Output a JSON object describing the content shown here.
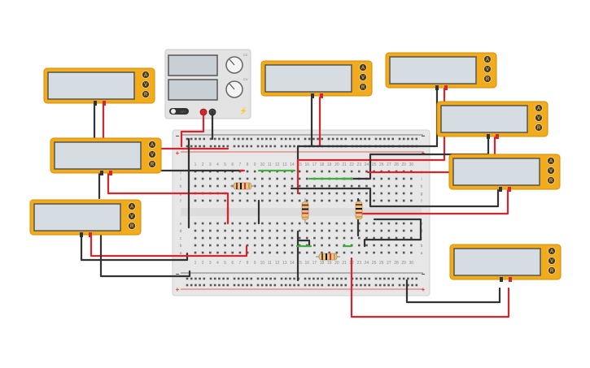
{
  "canvas": {
    "background": "#ffffff"
  },
  "colors": {
    "wire_red": "#d3262d",
    "wire_black": "#333333",
    "wire_green": "#3fae3f",
    "multimeter_body": "#f2ac1b",
    "multimeter_screen": "#d6dde2",
    "breadboard": "#e7e7e7",
    "rail_red": "#e0392f",
    "rail_black": "#555555",
    "psu_body": "#e3e3e3"
  },
  "multimeter": {
    "buttons": [
      "A",
      "V",
      "R"
    ],
    "icon": "multimeter-icon"
  },
  "power_supply": {
    "switch_label": "OFF",
    "knob_labels": [
      "CC",
      "CV"
    ],
    "icon": "power-supply-icon"
  },
  "breadboard": {
    "top_row_letters": [
      "j",
      "i",
      "h",
      "g",
      "f"
    ],
    "bottom_row_letters": [
      "e",
      "d",
      "c",
      "b",
      "a"
    ],
    "column_numbers": [
      "1",
      "2",
      "3",
      "4",
      "5",
      "6",
      "7",
      "8",
      "9",
      "10",
      "11",
      "12",
      "13",
      "14",
      "15",
      "16",
      "17",
      "18",
      "19",
      "20",
      "21",
      "22",
      "23",
      "24",
      "25",
      "26",
      "27",
      "28",
      "29",
      "30"
    ],
    "rail_plus": "+",
    "rail_minus": "−"
  }
}
